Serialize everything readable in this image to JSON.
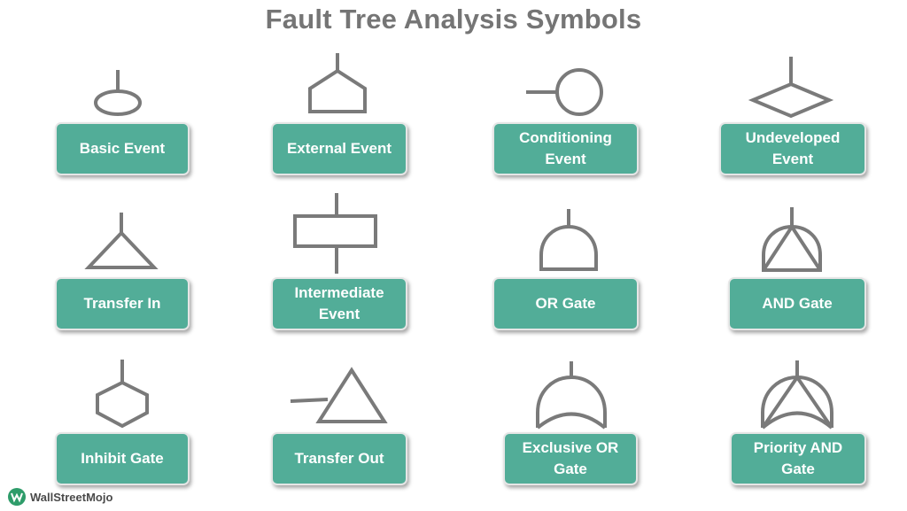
{
  "title": "Fault Tree Analysis Symbols",
  "symbols": [
    {
      "label": "Basic Event"
    },
    {
      "label": "External Event"
    },
    {
      "label": "Conditioning Event"
    },
    {
      "label": "Undeveloped Event"
    },
    {
      "label": "Transfer In"
    },
    {
      "label": "Intermediate Event"
    },
    {
      "label": "OR Gate"
    },
    {
      "label": "AND Gate"
    },
    {
      "label": "Inhibit Gate"
    },
    {
      "label": "Transfer Out"
    },
    {
      "label": "Exclusive OR Gate"
    },
    {
      "label": "Priority AND Gate"
    }
  ],
  "brand": {
    "name": "WallStreetMojo"
  },
  "colors": {
    "box_fill": "#52ad98",
    "symbol_stroke": "#7a7a7a",
    "title": "#757575"
  }
}
